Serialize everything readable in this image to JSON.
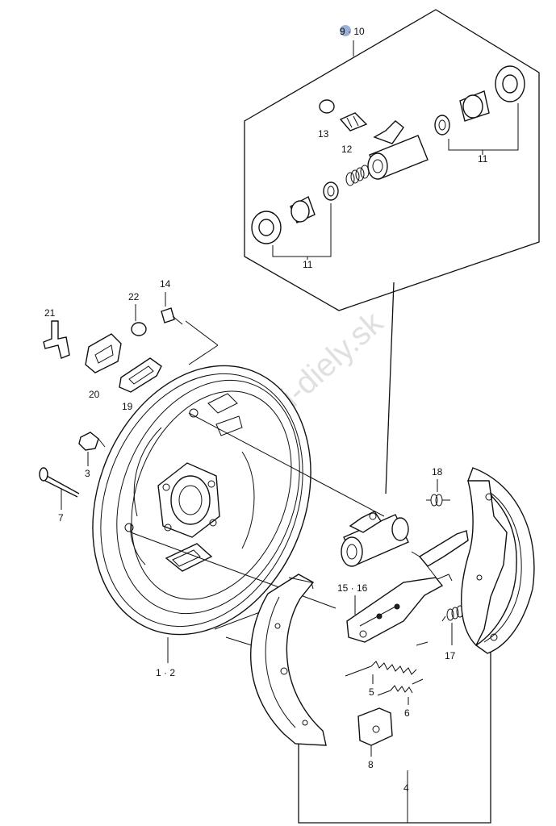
{
  "watermark": "www.suzuki-diely.sk",
  "callouts": {
    "p9_10": "9 · 10",
    "p11a": "11",
    "p11b": "11",
    "p12": "12",
    "p13": "13",
    "p14": "14",
    "p22": "22",
    "p21": "21",
    "p20": "20",
    "p19": "19",
    "p3": "3",
    "p7": "7",
    "p1_2": "1 · 2",
    "p18": "18",
    "p15_16": "15 · 16",
    "p17": "17",
    "p5": "5",
    "p6": "6",
    "p8": "8",
    "p4": "4"
  },
  "colors": {
    "line": "#111111",
    "highlight": "#4a6fb5",
    "watermark": "#c8c8c8"
  }
}
